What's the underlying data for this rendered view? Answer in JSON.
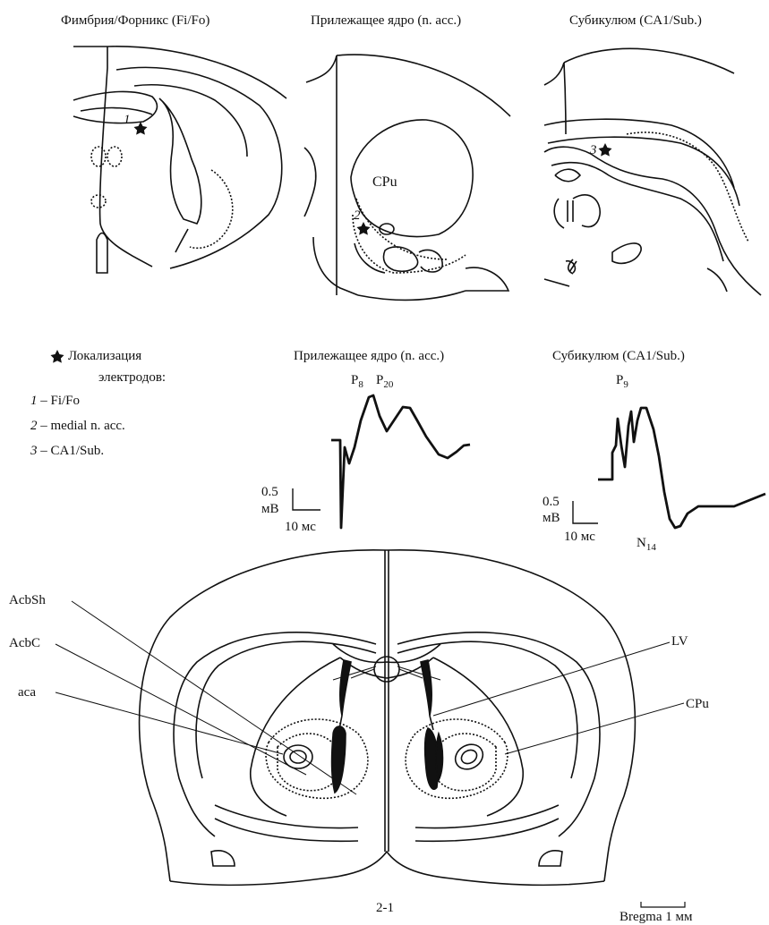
{
  "panels": {
    "titles": [
      "Фимбрия/Форникс (Fi/Fo)",
      "Прилежащее ядро (n. acc.)",
      "Субикулюм (CA1/Sub.)"
    ],
    "section_labels": {
      "cpu": "CPu",
      "mark1": "1",
      "mark2": "2",
      "mark3": "3"
    }
  },
  "legend": {
    "title_line1": "Локализация",
    "title_line2": "электродов:",
    "items": [
      {
        "num": "1",
        "text": "– Fi/Fo"
      },
      {
        "num": "2",
        "text": "– medial n. acc."
      },
      {
        "num": "3",
        "text": "– CA1/Sub."
      }
    ]
  },
  "traces": [
    {
      "title": "Прилежащее ядро (n. acc.)",
      "peaks": [
        {
          "p": "P",
          "sub": "8"
        },
        {
          "p": "P",
          "sub": "20"
        }
      ],
      "scale_amp": "0.5",
      "scale_unit": "мВ",
      "scale_time": "10 мс"
    },
    {
      "title": "Субикулюм (CA1/Sub.)",
      "peaks": [
        {
          "p": "P",
          "sub": "9"
        },
        {
          "p": "N",
          "sub": "14"
        }
      ],
      "scale_amp": "0.5",
      "scale_unit": "мВ",
      "scale_time": "10 мс"
    }
  ],
  "atlas": {
    "labels": {
      "acbsh": "AcbSh",
      "acbc": "AcbC",
      "aca": "aca",
      "lv": "LV",
      "cpu": "CPu"
    },
    "plate": "2-1",
    "bregma": "Bregma 1 мм"
  },
  "icons": {
    "electrode_marker": "electrode-star-icon"
  }
}
